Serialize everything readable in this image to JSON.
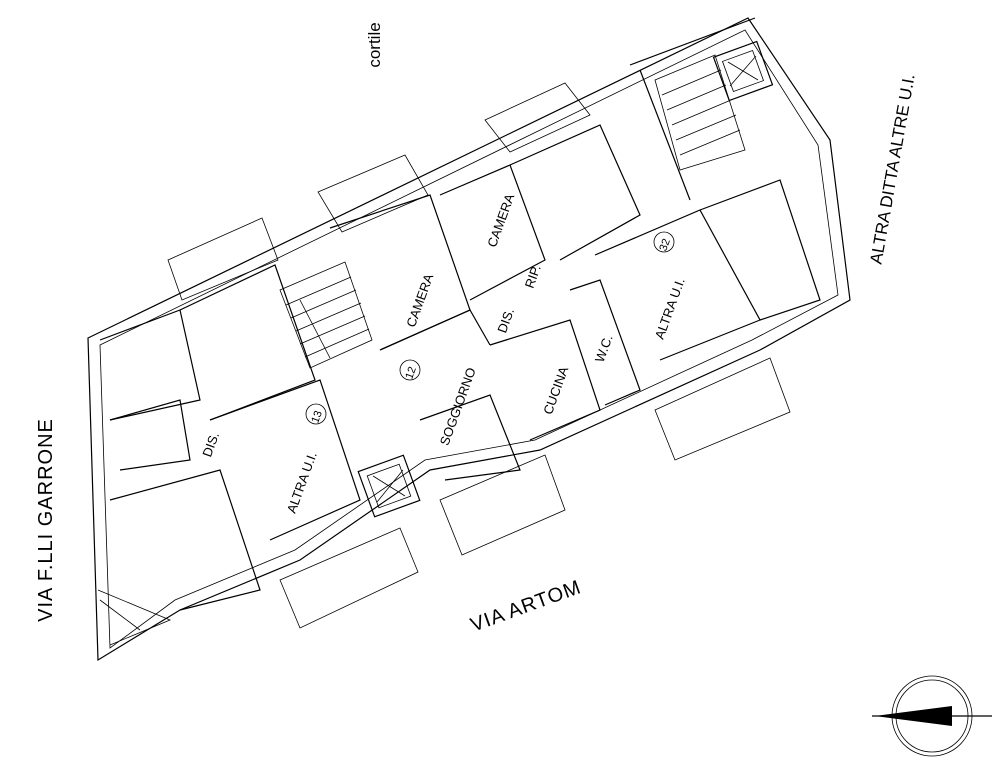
{
  "streets": {
    "left": "VIA F.LLI GARRONE",
    "bottom": "VIA ARTOM",
    "top": "cortile",
    "right": "ALTRA DITTA ALTRE U.I."
  },
  "rooms": {
    "camera_1": "CAMERA",
    "camera_2": "CAMERA",
    "rip": "RIP.",
    "dis_center": "DIS.",
    "soggiorno": "SOGGIORNO",
    "cucina": "CUCINA",
    "wc": "W.C.",
    "altra_ui_left": "ALTRA U.I.",
    "altra_ui_right": "ALTRA U.I.",
    "dis_left": "DIS."
  },
  "unit_numbers": {
    "unit_12": "12",
    "unit_13": "13",
    "unit_32": "32"
  },
  "icons": [
    "north-arrow-icon",
    "elevator-icon",
    "stairs-icon"
  ]
}
